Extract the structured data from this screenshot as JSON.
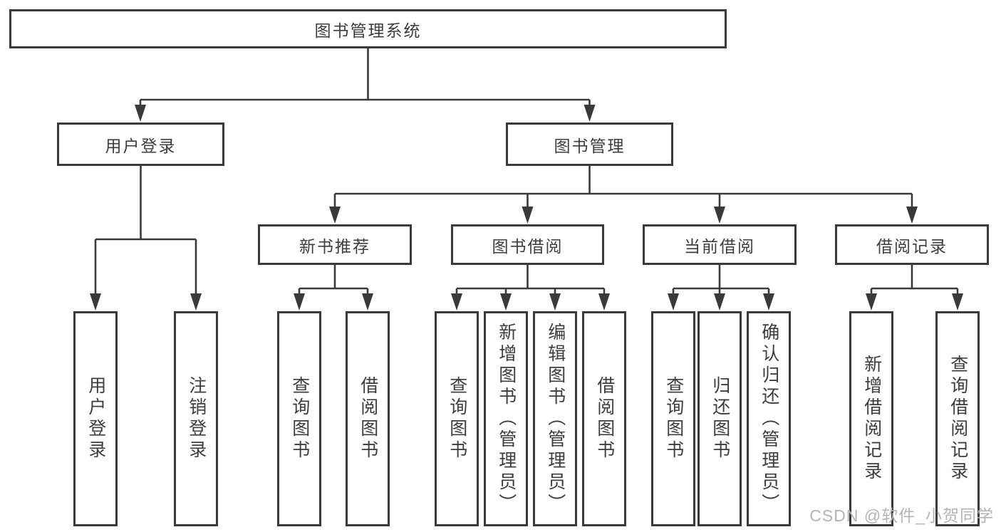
{
  "diagram": {
    "root": {
      "label": "图书管理系统"
    },
    "branches": [
      {
        "label": "用户登录",
        "leaves": [
          {
            "label": "用户登录"
          },
          {
            "label": "注销登录"
          }
        ]
      },
      {
        "label": "图书管理",
        "children": [
          {
            "label": "新书推荐",
            "leaves": [
              {
                "label": "查询图书"
              },
              {
                "label": "借阅图书"
              }
            ]
          },
          {
            "label": "图书借阅",
            "leaves": [
              {
                "label": "查询图书"
              },
              {
                "label": "新增图书（管理员）"
              },
              {
                "label": "编辑图书（管理员）"
              },
              {
                "label": "借阅图书"
              }
            ]
          },
          {
            "label": "当前借阅",
            "leaves": [
              {
                "label": "查询图书"
              },
              {
                "label": "归还图书"
              },
              {
                "label": "确认归还（管理员）"
              }
            ]
          },
          {
            "label": "借阅记录",
            "leaves": [
              {
                "label": "新增借阅记录"
              },
              {
                "label": "查询借阅记录"
              }
            ]
          }
        ]
      }
    ]
  },
  "colors": {
    "line": "#3a3a3a",
    "text": "#3d3d3d",
    "box_background": "#ffffff",
    "watermark": "#b4b4b4"
  },
  "watermark": {
    "text": "CSDN @软件_小贺同学"
  }
}
